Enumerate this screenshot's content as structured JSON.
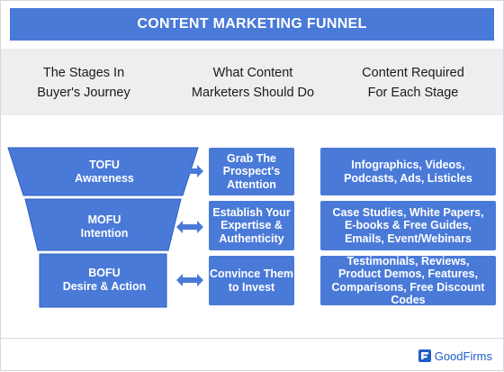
{
  "title": "CONTENT MARKETING FUNNEL",
  "columns": {
    "stages": "The Stages In\nBuyer's Journey",
    "marketers": "What Content\nMarketers Should Do",
    "required": "Content Required\nFor Each Stage"
  },
  "rows": [
    {
      "stage": "TOFU\nAwareness",
      "action": "Grab The\nProspect's\nAttention",
      "content": "Infographics, Videos,\nPodcasts, Ads, Listicles"
    },
    {
      "stage": "MOFU\nIntention",
      "action": "Establish Your\nExpertise &\nAuthenticity",
      "content": "Case Studies, White Papers,\nE-books & Free Guides,\nEmails, Event/Webinars"
    },
    {
      "stage": "BOFU\nDesire & Action",
      "action": "Convince Them\nto Invest",
      "content": "Testimonials, Reviews,\nProduct Demos, Features,\nComparisons, Free Discount Codes"
    }
  ],
  "logo": {
    "text": "GoodFirms",
    "icon": "goodfirms-logo-icon"
  },
  "colors": {
    "accent": "#4a7ad8",
    "funnel_border": "#2f5fbf",
    "header_band": "#eeeeee",
    "arrow": "#4a7ad8"
  }
}
